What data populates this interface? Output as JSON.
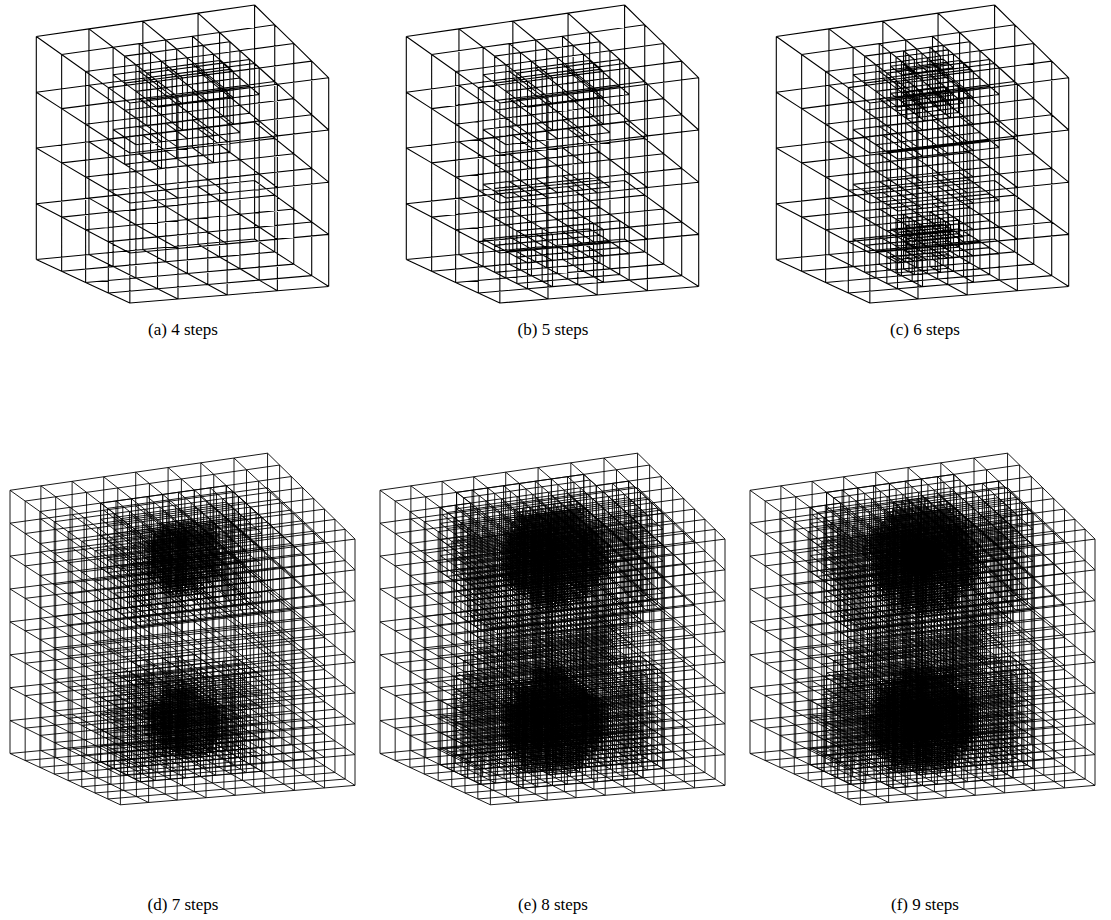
{
  "diagram": {
    "labels": [
      "(a) 4 steps",
      "(b) 5 steps",
      "(c) 6 steps",
      "(d) 7 steps",
      "(e) 8 steps",
      "(f) 9 steps"
    ]
  }
}
